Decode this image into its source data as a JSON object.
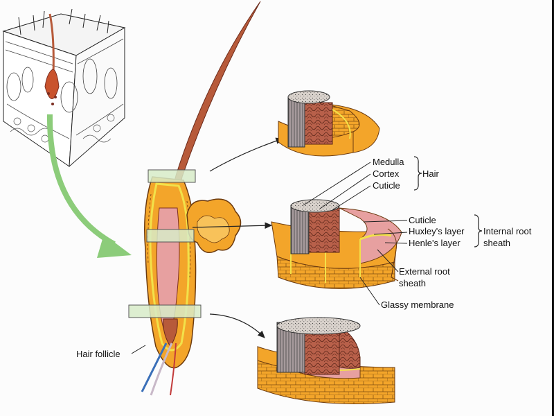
{
  "labels": {
    "medulla": "Medulla",
    "cortex": "Cortex",
    "cuticle_hair": "Cuticle",
    "hair": "Hair",
    "cuticle_root": "Cuticle",
    "huxley": "Huxley's layer",
    "henle": "Henle's layer",
    "internal_root_1": "Internal root",
    "internal_root_2": "sheath",
    "external_root_1": "External root",
    "external_root_2": "sheath",
    "glassy": "Glassy membrane",
    "hair_follicle": "Hair follicle"
  },
  "colors": {
    "orange": "#f3a52a",
    "orange_light": "#f8c25a",
    "hair_brown": "#b75a3a",
    "dark_brown": "#7c2f22",
    "pink": "#e7a0a0",
    "yellow": "#f2e14a",
    "band_green": "#d7ebc8",
    "arrow_green": "#8ccc7a",
    "nerve_blue": "#3a6fb8"
  }
}
